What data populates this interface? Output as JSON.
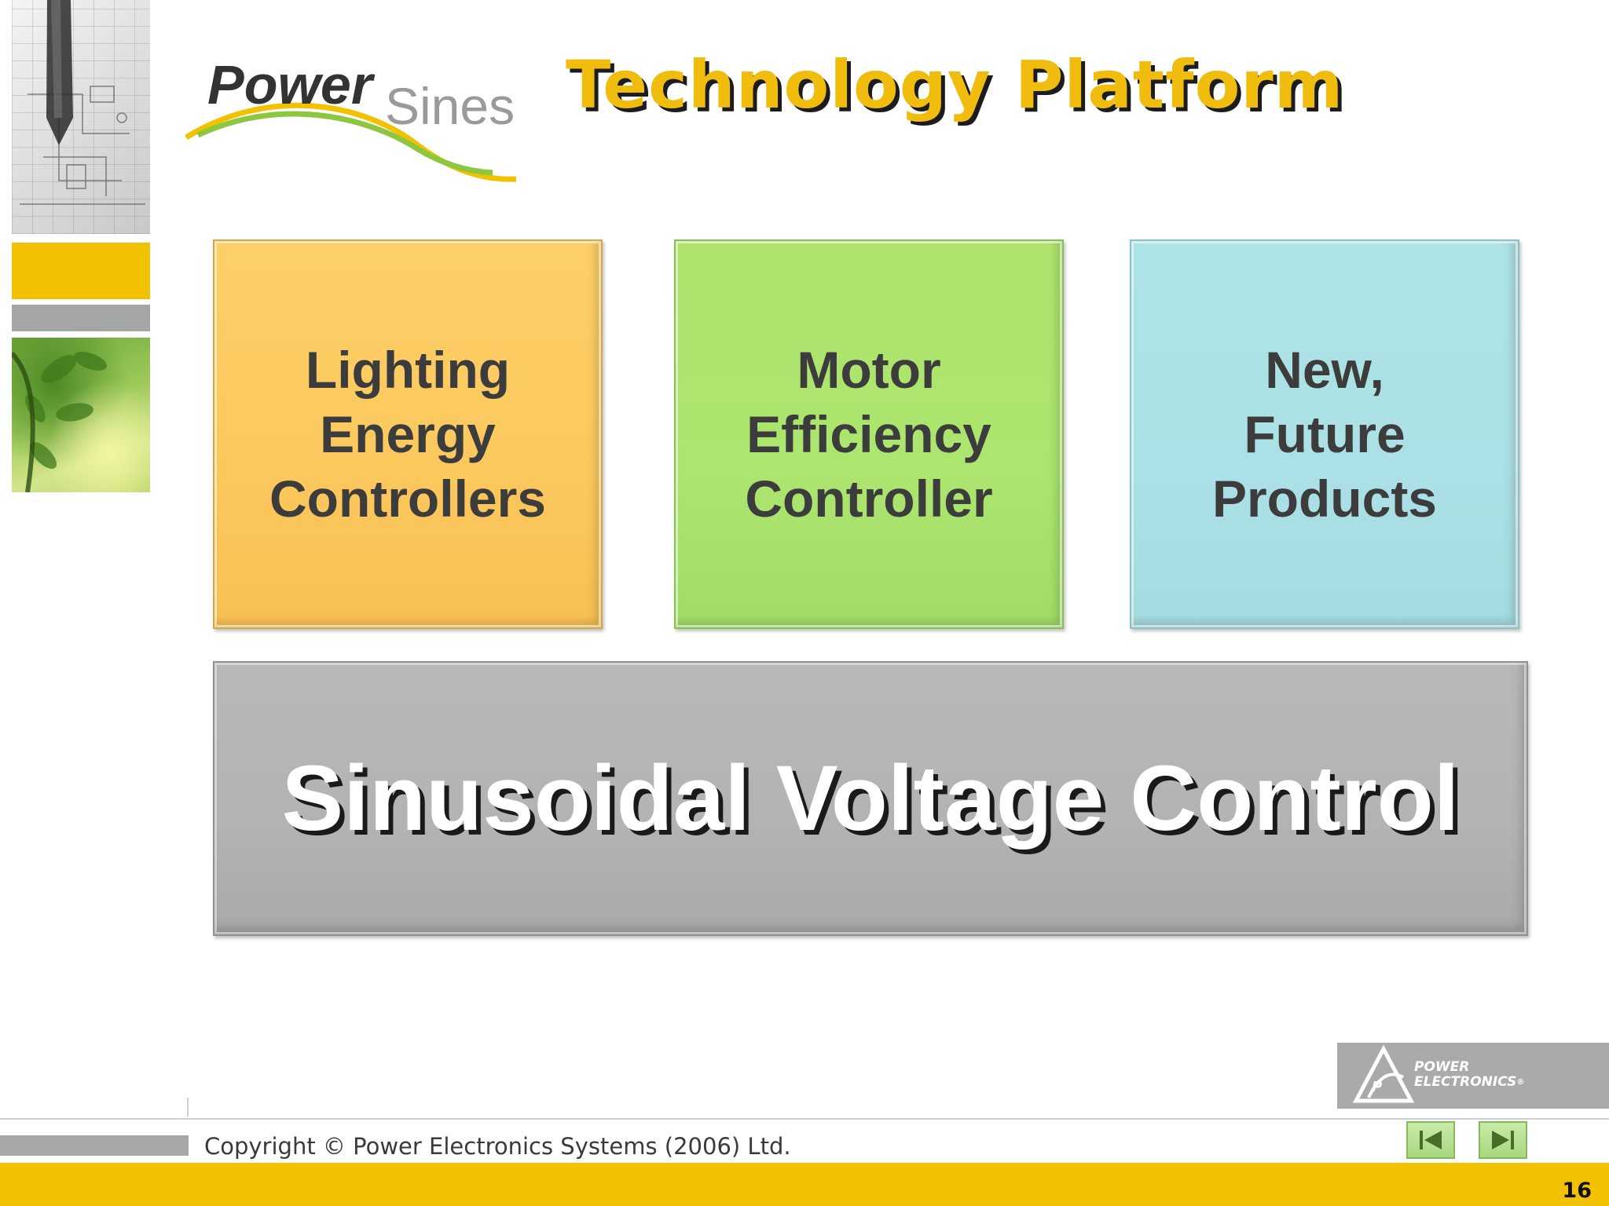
{
  "slide": {
    "title": "Technology Platform",
    "page_number": "16"
  },
  "logo": {
    "word_power": "Power",
    "word_sines": "Sines"
  },
  "products": [
    {
      "lines": [
        "Lighting",
        "Energy",
        "Controllers"
      ],
      "color": "#fbcb63"
    },
    {
      "lines": [
        "Motor",
        "Efficiency",
        "Controller"
      ],
      "color": "#ace56f"
    },
    {
      "lines": [
        "New,",
        "Future",
        "Products"
      ],
      "color": "#abe1e6"
    }
  ],
  "base": {
    "label": "Sinusoidal Voltage Control",
    "color": "#b3b3b5"
  },
  "footer": {
    "copyright": "Copyright © Power Electronics Systems (2006) Ltd."
  },
  "partner_logo": {
    "line1": "POWER",
    "line2": "ELECTRONICS",
    "mark": "®"
  },
  "navigation": {
    "prev_icon": "skip-previous-icon",
    "next_icon": "skip-next-icon"
  },
  "colors": {
    "accent_yellow": "#f2c200",
    "title_yellow": "#f0bd0e",
    "text_dark": "#3c3c3c"
  }
}
